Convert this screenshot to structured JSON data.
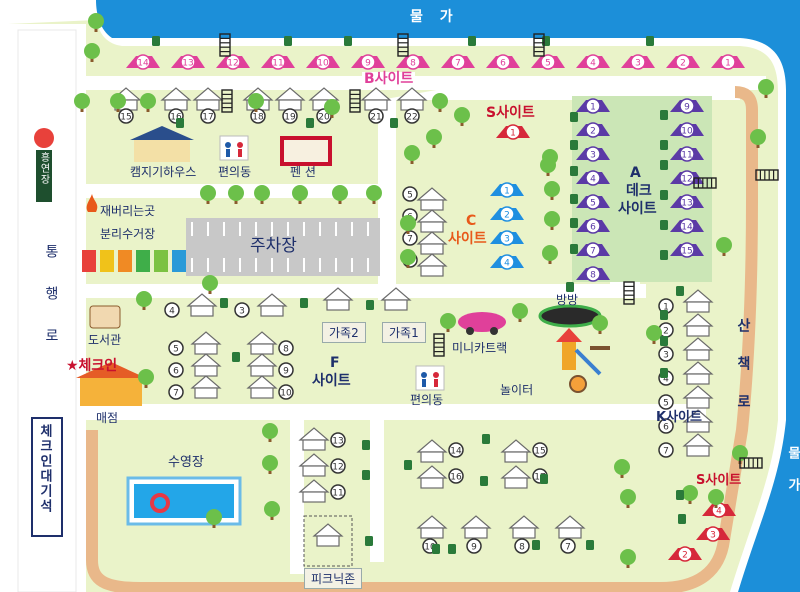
{
  "water": {
    "top": "물 가",
    "right": "물 가",
    "color": "#1c8fd9"
  },
  "road": {
    "label": "통 행 로"
  },
  "trail": {
    "label": "산 책 로"
  },
  "sections": {
    "b_site": "B사이트",
    "s_site_top": "S사이트",
    "s_site_bottom": "S사이트",
    "a_deck_line1": "A",
    "a_deck_line2": "데크",
    "a_deck_line3": "사이트",
    "c_site_line1": "C",
    "c_site_line2": "사이트",
    "f_site_line1": "F",
    "f_site_line2": "사이트",
    "k_site": "K사이트"
  },
  "facilities": {
    "camping_house": "캠지기하우스",
    "restroom_top": "편의동",
    "pension": "펜 션",
    "trash": "재버리는곳",
    "recycling": "분리수거장",
    "parking": "주차장",
    "library": "도서관",
    "checkin": "★체크인",
    "store": "매점",
    "family2": "가족2",
    "family1": "가족1",
    "mini_car": "미니카트랙",
    "trampoline": "방방",
    "restroom_mid": "편의동",
    "playground": "놀이터",
    "pool": "수영장",
    "picnic": "피크닉존",
    "heungyeon": "흥연장",
    "checkin_wait": "체크인대기석"
  },
  "site_numbers": {
    "b_row1": [
      "14",
      "13",
      "12",
      "11",
      "10",
      "9",
      "8",
      "7",
      "6",
      "5",
      "4",
      "3",
      "2",
      "1"
    ],
    "b_row2": [
      "15",
      "16",
      "17",
      "18",
      "19",
      "20",
      "21",
      "22"
    ],
    "a_left": [
      "1",
      "2",
      "3",
      "4",
      "5",
      "6",
      "7",
      "8"
    ],
    "a_right": [
      "9",
      "10",
      "11",
      "12",
      "13",
      "14",
      "15"
    ],
    "c_tents": [
      "1",
      "2",
      "3",
      "4"
    ],
    "c_huts": [
      "5",
      "6",
      "7",
      "8"
    ],
    "k_row": [
      "1",
      "2",
      "3",
      "4",
      "5",
      "6",
      "7"
    ],
    "f_top": [
      "4",
      "3"
    ],
    "f_left": [
      "5",
      "6",
      "7"
    ],
    "f_right": [
      "8",
      "9",
      "10"
    ],
    "lower_left": [
      "13",
      "12",
      "11"
    ],
    "lower_mid": [
      "14",
      "15",
      "16",
      "17"
    ],
    "lower_bottom": [
      "10",
      "9",
      "8",
      "7"
    ],
    "s_top": [
      "1"
    ],
    "s_bottom": [
      "4",
      "3",
      "2"
    ]
  },
  "colors": {
    "pink_tent": "#e0409a",
    "purple_tent": "#5b3aa6",
    "blue_tent": "#1f8fe0",
    "red_tent": "#d6283a",
    "grass": "#eaf3c9",
    "deck": "#cbe6b6",
    "path": "#ffffff",
    "trail": "#e9b88a",
    "hut": "#ffffff",
    "tree": "#6cc04a"
  },
  "icons": [
    "tent-icon",
    "hut-icon",
    "tree-icon",
    "power-outlet-icon",
    "ladder-icon",
    "restroom-icon",
    "trash-bin-icon",
    "book-icon",
    "car-icon",
    "trampoline-icon",
    "playground-icon",
    "pool-icon",
    "logo-icon"
  ]
}
